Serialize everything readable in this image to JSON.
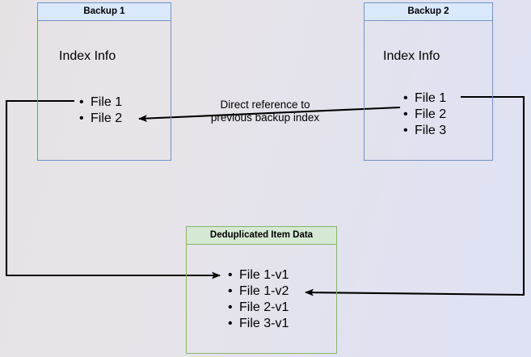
{
  "diagram": {
    "title": "Backup deduplication index reference diagram",
    "background_gradient_from": "#e6e2e4",
    "background_gradient_to": "#dee2f3"
  },
  "boxes": {
    "backup1": {
      "title": "Backup 1",
      "section_label": "Index Info",
      "files": [
        "File 1",
        "File 2"
      ],
      "border_color": "#7292c4",
      "title_fill": "#dae8fc"
    },
    "backup2": {
      "title": "Backup 2",
      "section_label": "Index Info",
      "files": [
        "File 1",
        "File 2",
        "File 3"
      ],
      "border_color": "#7292c4",
      "title_fill": "#dae8fc"
    },
    "dedup": {
      "title": "Deduplicated Item Data",
      "files": [
        "File 1-v1",
        "File 1-v2",
        "File 2-v1",
        "File 3-v1"
      ],
      "border_color": "#86b56a",
      "title_fill": "#d5e8d4"
    }
  },
  "annotations": {
    "direct_reference": "Direct reference to\nprevious backup index"
  },
  "edges": {
    "color": "#000000",
    "backup1_to_dedup": "Backup 1 File 1 to Deduplicated File 1-v1",
    "backup2_to_dedup": "Backup 2 File 1 to Deduplicated File 1-v2",
    "backup2_to_backup1": "Backup 2 File 2 to Backup 1 File 2"
  }
}
